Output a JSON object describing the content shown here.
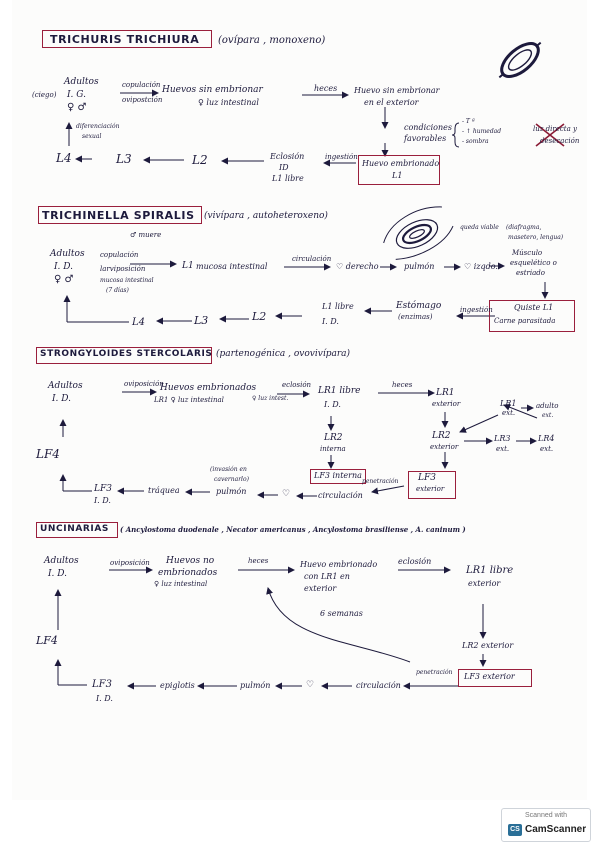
{
  "s1": {
    "title": "TRICHURIS TRICHIURA",
    "subtitle": "(ovípara , monoxeno)",
    "adultos": "Adultos",
    "ciego": "(ciego)",
    "ig": "I. G.",
    "sexes": "♀  ♂",
    "copulacion": "copulación",
    "ovipos": "ovipostción",
    "huevos": "Huevos sin embrionar",
    "huevos2": "♀ luz intestinal",
    "heces": "heces",
    "exterior1": "Huevo sin embrionar",
    "exterior2": "en el exterior",
    "condiciones1": "condiciones",
    "condiciones2": "favorables",
    "cond_list": [
      "- T ª",
      "- ↑ humedad",
      "- sombra"
    ],
    "luz1": "luz directa y",
    "luz2": "desecación",
    "diferenc1": "diferenciación",
    "diferenc2": "sexual",
    "embrionado1": "Huevo embrionado",
    "embrionado2": "L1",
    "ingestion": "ingestión",
    "eclosion": "Eclosión",
    "id": "ID",
    "l1libre": "L1 libre",
    "l4": "L4",
    "l3": "L3",
    "l2": "L2"
  },
  "s2": {
    "title": "TRICHINELLA SPIRALIS",
    "subtitle": "(vivípara , autoheteroxeno)",
    "adultos": "Adultos",
    "id": "I. D.",
    "sexes": "♀  ♂",
    "muere": "♂ muere",
    "copulacion": "copulación",
    "larvipos": "larviposición",
    "mucosa": "mucosa intestinal",
    "dias": "(7 días)",
    "l1": "L1",
    "l1mucosa": "mucosa intestinal",
    "circulacion": "circulación",
    "corazon": "♡ derecho",
    "pulmon": "pulmón",
    "izq": "♡ izqdo.",
    "queda1": "queda viable",
    "queda2": "(diafragma,",
    "queda3": "masetero, lengua)",
    "musculo1": "Músculo",
    "musculo2": "esquelético o",
    "musculo3": "estriado",
    "quiste": "Quiste L1",
    "carne": "Carne parasitada",
    "ingestion": "ingestión",
    "estomago": "Estómago",
    "enzimas": "(enzimas)",
    "l1libre": "L1 libre",
    "id2": "I. D.",
    "l4": "L4",
    "l3": "L3",
    "l2": "L2"
  },
  "s3": {
    "title": "STRONGYLOIDES STERCOLARIS",
    "subtitle": "(partenogénica , ovovivípara)",
    "adultos": "Adultos",
    "id": "I. D.",
    "oviposicion": "oviposición",
    "huevos1": "Huevos embrionados",
    "huevos2": "LR1 ♀ luz intestinal",
    "eclosion": "eclosión",
    "luzintest": "♀ luz intest.",
    "lr1libre": "LR1 libre",
    "id2": "I. D.",
    "heces": "heces",
    "lr1ext": "LR1",
    "lr1ext2": "exterior",
    "lr2interna": "LR2",
    "lr2interna2": "interna",
    "lr2ext": "LR2",
    "lr2ext2": "exterior",
    "lr3ext": "LR3",
    "lr3ext2": "ext.",
    "lr4ext": "LR4",
    "lr4ext2": "ext.",
    "lr1ext_b": "LR1",
    "lr1ext_b2": "ext.",
    "adulto": "adulto",
    "adulto2": "ext.",
    "lf3interna": "LF3 interna",
    "lf3ext1": "LF3",
    "lf3ext2": "exterior",
    "penetracion": "penetración",
    "circulacion": "circulación",
    "corazon": "♡",
    "pulmon": "pulmón",
    "invasion1": "(invasión en",
    "invasion2": "cavernarlo)",
    "traquea": "tráquea",
    "lf3": "LF3",
    "id3": "I. D.",
    "lf4": "LF4"
  },
  "s4": {
    "title": "UNCINARIAS",
    "subtitle": "( Ancylostoma duodenale , Necator americanus , Ancylostoma brasiliense , A. caninum )",
    "adultos": "Adultos",
    "id": "I. D.",
    "oviposicion": "oviposición",
    "huevos1": "Huevos no",
    "huevos2": "embrionados",
    "huevos3": "♀ luz intestinal",
    "heces": "heces",
    "embrionado1": "Huevo embrionado",
    "embrionado2": "con LR1 en",
    "embrionado3": "exterior",
    "eclosion": "eclosión",
    "lr1libre1": "LR1 libre",
    "lr1libre2": "exterior",
    "semanas": "6 semanas",
    "lr2": "LR2 exterior",
    "lf3ext": "LF3 exterior",
    "penetracion": "penetración",
    "circulacion": "circulación",
    "corazon": "♡",
    "pulmon": "pulmón",
    "epiglotis": "epiglotis",
    "lf3": "LF3",
    "id2": "I. D.",
    "lf4": "LF4"
  },
  "badge": {
    "scanned": "Scanned with",
    "logo": "CS",
    "name": "CamScanner"
  },
  "colors": {
    "ink": "#1d1a3c",
    "box": "#9a1f3c",
    "paper": "#fcfcfb"
  }
}
